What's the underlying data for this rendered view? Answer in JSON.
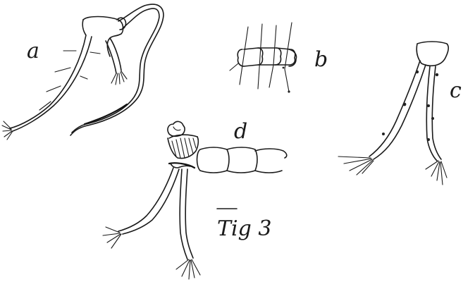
{
  "figure": {
    "caption": "Tig 3",
    "labels": {
      "a": "a",
      "b": "b",
      "c": "c",
      "d": "d"
    },
    "ink_color": "#1a1a1a",
    "background_color": "#ffffff"
  }
}
